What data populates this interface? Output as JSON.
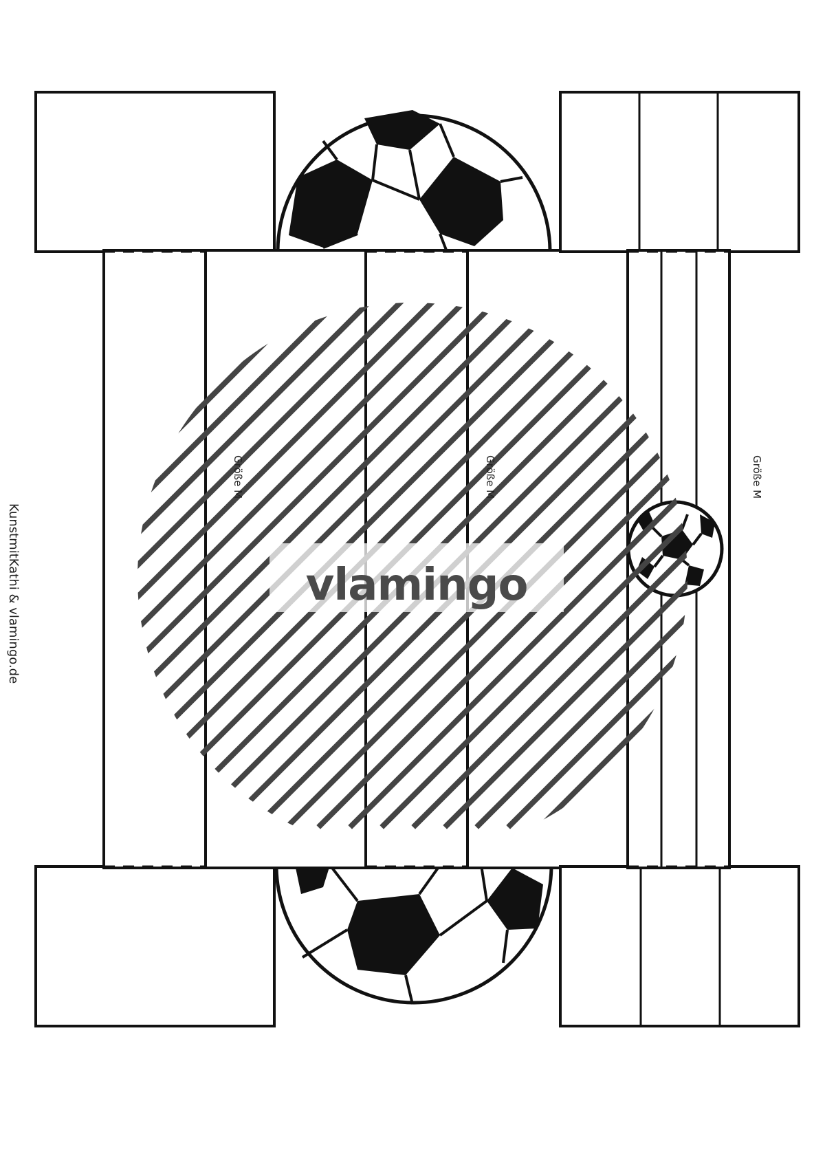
{
  "labels": {
    "size_left": "Größe M",
    "size_middle": "Größe M",
    "size_right": "Größe M",
    "credit": "KunstmitKathi & vlamingo.de"
  },
  "watermark": {
    "text": "vlamingo",
    "color": "#4a4a4a"
  },
  "icons": {
    "ball": "soccer-ball-icon"
  },
  "colors": {
    "line": "#111111",
    "watermark_hatch": "#444444",
    "paper": "#ffffff"
  }
}
